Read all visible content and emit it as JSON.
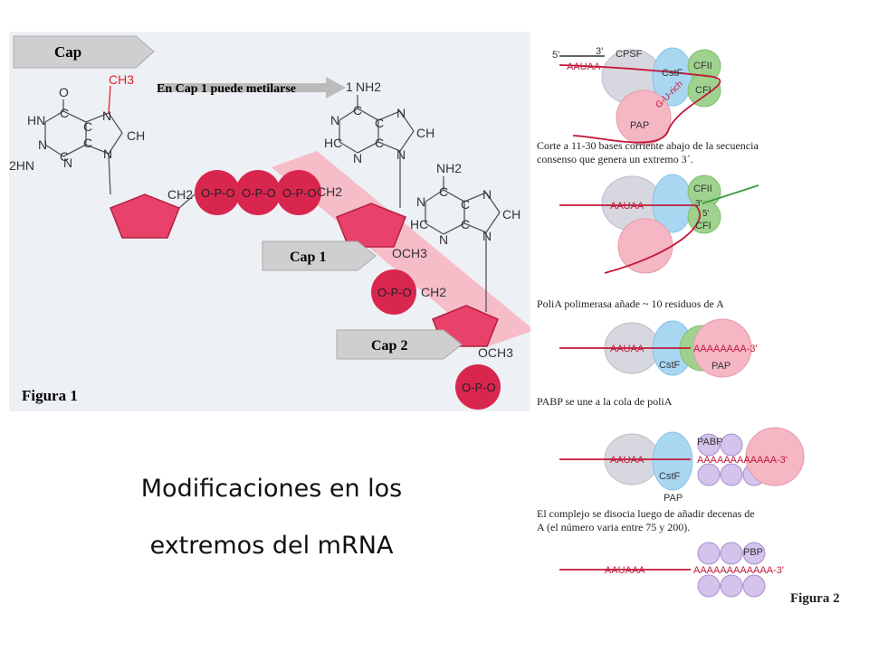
{
  "figure1": {
    "label": "Figura 1",
    "cap_label": "Cap",
    "cap1_methyl_note": "En Cap 1 puede metilarse",
    "cap1_label": "Cap 1",
    "cap2_label": "Cap 2",
    "guanine_atoms": [
      "O",
      "CH3",
      "HN",
      "N",
      "C",
      "C",
      "CH",
      "N",
      "C",
      "C",
      "N",
      "N",
      "2HN",
      "CH2"
    ],
    "base2_atoms": [
      "1",
      "NH2",
      "N",
      "C",
      "C",
      "N",
      "CH",
      "HC",
      "N",
      "C",
      "N"
    ],
    "base3_atoms": [
      "NH2",
      "N",
      "C",
      "C",
      "N",
      "CH",
      "HC",
      "N",
      "C",
      "N"
    ],
    "phosphates": [
      "O-P-O",
      "O-P-O",
      "O-P-O",
      "O-P-O",
      "O-P-O"
    ],
    "chain_labels": [
      "CH2",
      "CH2",
      "OCH3",
      "CH2",
      "OCH3"
    ],
    "colors": {
      "phosphate": "#d9264f",
      "ring": "#e8426a",
      "band": "#f6bcc8",
      "arrow": "#cfcfcf",
      "methyl": "#e0212b"
    }
  },
  "figure2": {
    "label": "Figura 2",
    "step1": {
      "primer_5": "5'",
      "primer_3": "3'",
      "cpsf": "CPSF",
      "cstf": "CstF",
      "cfii": "CFII",
      "cfi": "CFI",
      "aauaa": "AAUAA",
      "gu": "G-U-rich",
      "pap": "PAP"
    },
    "text1_line1": "Corte a 11-30 bases corriente abajo de la secuencia",
    "text1_line2": "consenso que genera un extremo 3´.",
    "step2": {
      "aauaa": "AAUAA",
      "cfii": "CFII",
      "cfi": "CFI",
      "end3": "3'",
      "end5": "5'"
    },
    "text2": "PoliA polimerasa añade ~ 10 residuos de A",
    "step3": {
      "aauaa": "AAUAA",
      "cstf": "CstF",
      "tail": "AAAAAAAA-3'",
      "pap": "PAP"
    },
    "text3": "PABP se une a la cola de poliA",
    "step4": {
      "aauaa": "AAUAA",
      "pabp": "PABP",
      "cstf": "CstF",
      "pap": "PAP",
      "tail": "AAAAAAAAAAAA-3'"
    },
    "text4_line1": "El complejo se disocia luego de añadir decenas de",
    "text4_line2": "A (el número varia entre 75 y 200).",
    "step5": {
      "aauaaa": "AAUAAA",
      "pbp": "PBP",
      "tail": "AAAAAAAAAAAA-3'"
    }
  },
  "caption": {
    "line1": "Modificaciones en los",
    "line2": "extremos del mRNA"
  }
}
